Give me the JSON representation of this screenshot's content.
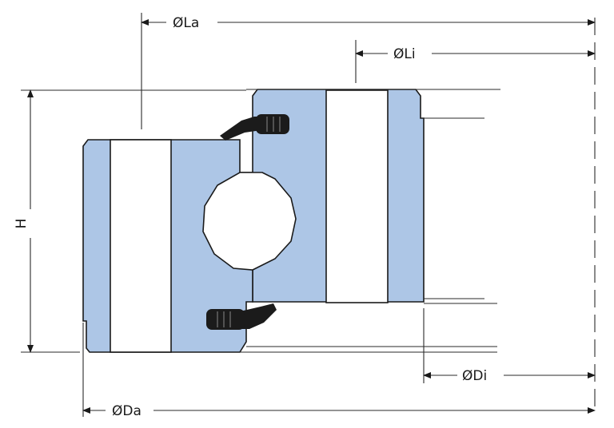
{
  "diagram": {
    "labels": {
      "la": "ØLa",
      "li": "ØLi",
      "h": "H",
      "di": "ØDi",
      "da": "ØDa"
    },
    "colors": {
      "ring_fill": "#adc6e6",
      "outline": "#1a1a1a",
      "seal": "#1b1b1b"
    }
  }
}
